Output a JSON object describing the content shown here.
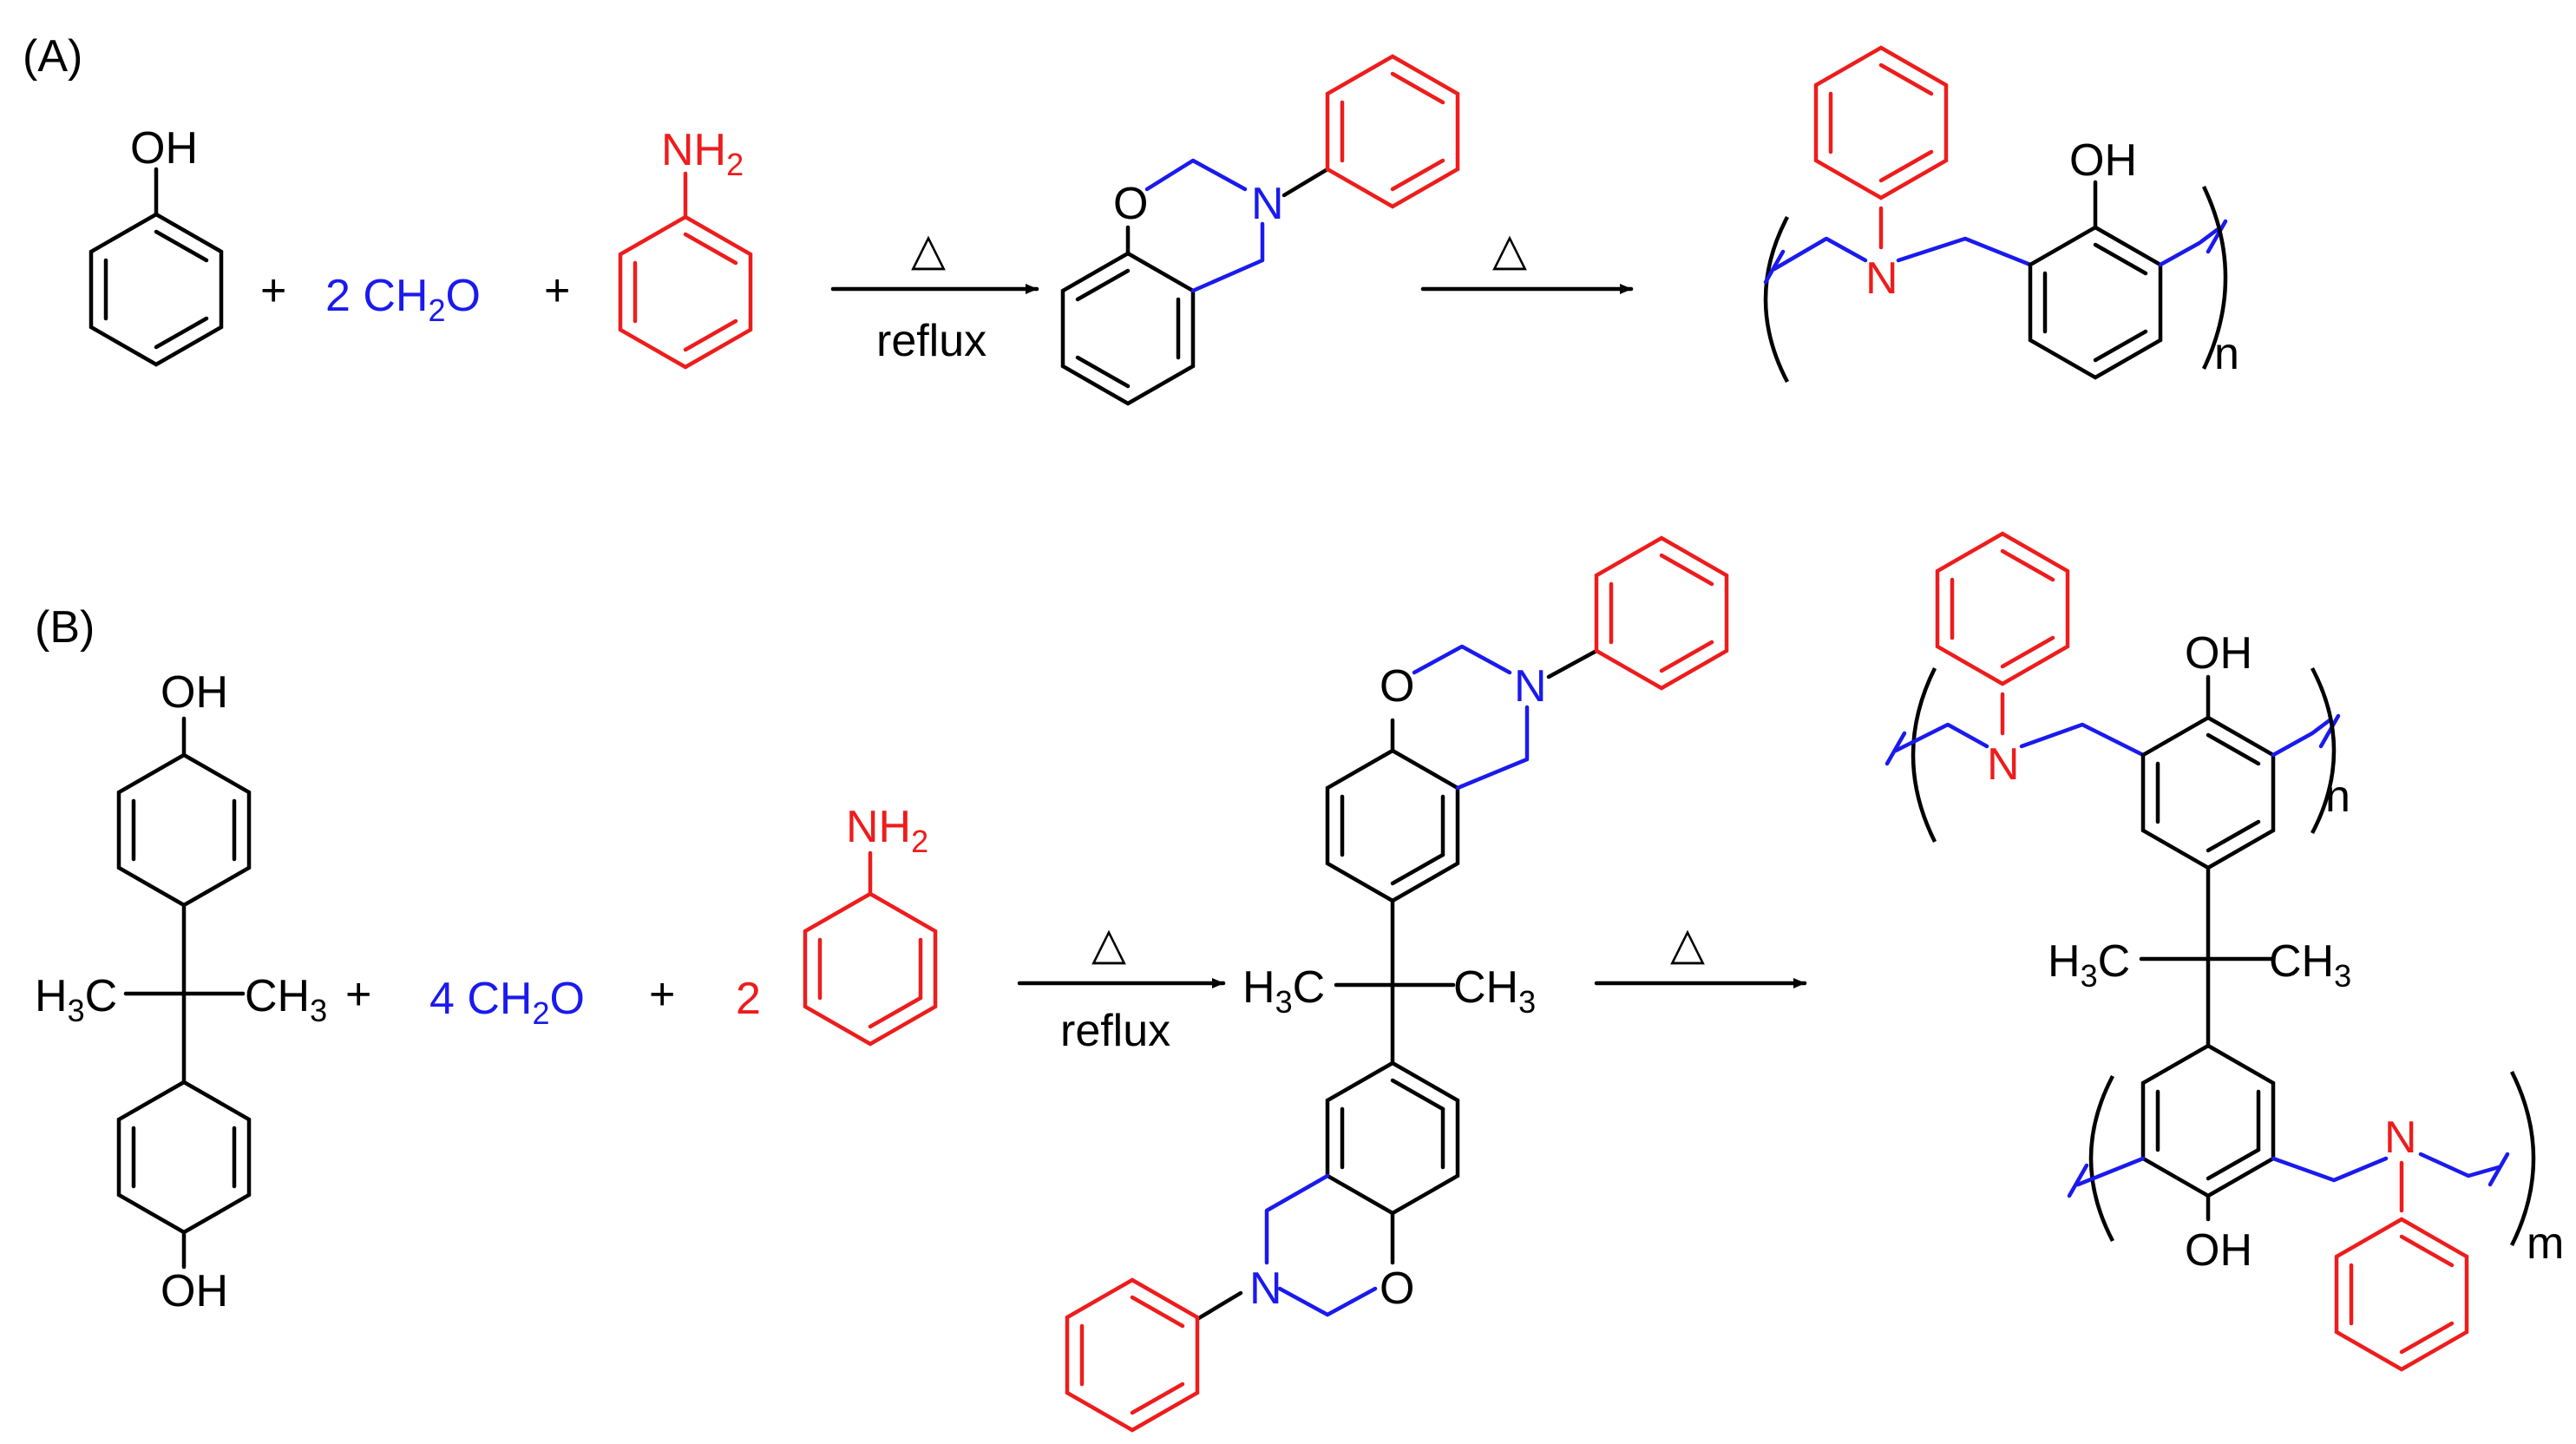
{
  "colors": {
    "black": "#000000",
    "blue": "#1a1aee",
    "red": "#ee1c1c"
  },
  "panel_a": {
    "label": "(A)",
    "plus": "+",
    "phenol_oh": "OH",
    "formaldehyde_coef": "2 CH",
    "formaldehyde_sub": "2",
    "formaldehyde_o": "O",
    "amine_nh": "NH",
    "amine_sub": "2",
    "arrow1_top": "△",
    "arrow1_bottom": "reflux",
    "arrow2_top": "△",
    "benzoxazine_o": "O",
    "benzoxazine_n": "N",
    "polymer_n": "N",
    "polymer_oh": "OH",
    "polymer_index": "n"
  },
  "panel_b": {
    "label": "(B)",
    "plus": "+",
    "bpa_oh_top": "OH",
    "bpa_oh_bottom": "OH",
    "bpa_h3c": "H",
    "bpa_h3c_sub": "3",
    "bpa_h3c_c": "C",
    "bpa_ch3": "CH",
    "bpa_ch3_sub": "3",
    "formaldehyde_coef": "4 CH",
    "formaldehyde_sub": "2",
    "formaldehyde_o": "O",
    "amine_coef": "2",
    "amine_nh": "NH",
    "amine_sub": "2",
    "arrow1_top": "△",
    "arrow1_bottom": "reflux",
    "arrow2_top": "△",
    "monomer_o_top": "O",
    "monomer_n_top": "N",
    "monomer_o_bottom": "O",
    "monomer_n_bottom": "N",
    "polymer_n_top": "N",
    "polymer_oh_top": "OH",
    "polymer_oh_bottom": "OH",
    "polymer_n_bottom": "N",
    "polymer_index_n": "n",
    "polymer_index_m": "m"
  }
}
